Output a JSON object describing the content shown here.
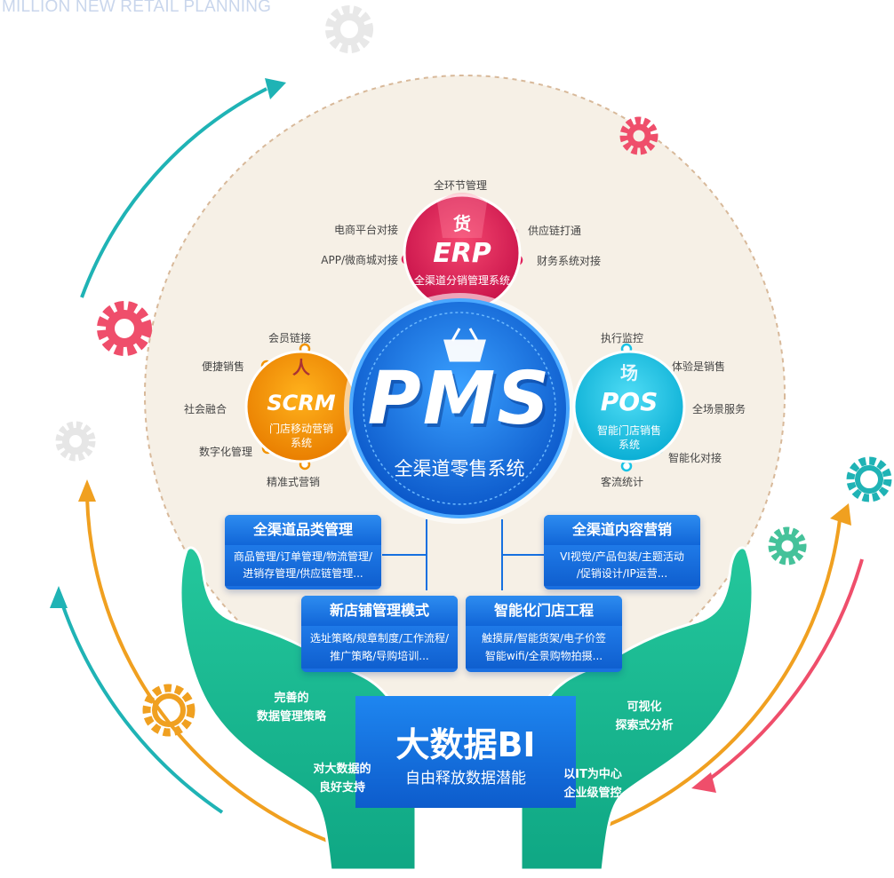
{
  "header": {
    "title": "MILLION NEW RETAIL PLANNING"
  },
  "colors": {
    "erp": "#e0215a",
    "scrm": "#f29300",
    "pos": "#19c3e6",
    "pms": "#1670e0",
    "hand": "#13b58e",
    "beige": "#f5efe4"
  },
  "pms": {
    "title": "PMS",
    "subtitle": "全渠道零售系统",
    "icon": "basket-icon"
  },
  "erp": {
    "char": "货",
    "name": "ERP",
    "desc": "全渠道分销管理系统",
    "labels": [
      "全环节管理",
      "电商平台对接",
      "供应链打通",
      "APP/微商城对接",
      "财务系统对接"
    ]
  },
  "scrm": {
    "char": "人",
    "name": "SCRM",
    "desc1": "门店移动营销",
    "desc2": "系统",
    "labels": [
      "会员链接",
      "便捷销售",
      "社会融合",
      "数字化管理",
      "精准式营销"
    ]
  },
  "pos": {
    "char": "场",
    "name": "POS",
    "desc1": "智能门店销售",
    "desc2": "系统",
    "labels": [
      "执行监控",
      "体验是销售",
      "全场景服务",
      "智能化对接",
      "客流统计"
    ]
  },
  "boxes": [
    {
      "title": "全渠道品类管理",
      "line1": "商品管理/订单管理/物流管理/",
      "line2": "进销存管理/供应链管理..."
    },
    {
      "title": "全渠道内容营销",
      "line1": "VI视觉/产品包装/主题活动",
      "line2": "/促销设计/IP运营..."
    },
    {
      "title": "新店铺管理模式",
      "line1": "选址策略/规章制度/工作流程/",
      "line2": "推广策略/导购培训..."
    },
    {
      "title": "智能化门店工程",
      "line1": "触摸屏/智能货架/电子价签",
      "line2": "智能wifi/全景购物拍摄..."
    }
  ],
  "bigdata": {
    "title": "大数据BI",
    "subtitle": "自由释放数据潜能"
  },
  "left_hand": {
    "t1a": "完善的",
    "t1b": "数据管理策略",
    "t2a": "对大数据的",
    "t2b": "良好支持"
  },
  "right_hand": {
    "t1a": "可视化",
    "t1b": "探索式分析",
    "t2a": "以IT为中心",
    "t2b": "企业级管控"
  }
}
